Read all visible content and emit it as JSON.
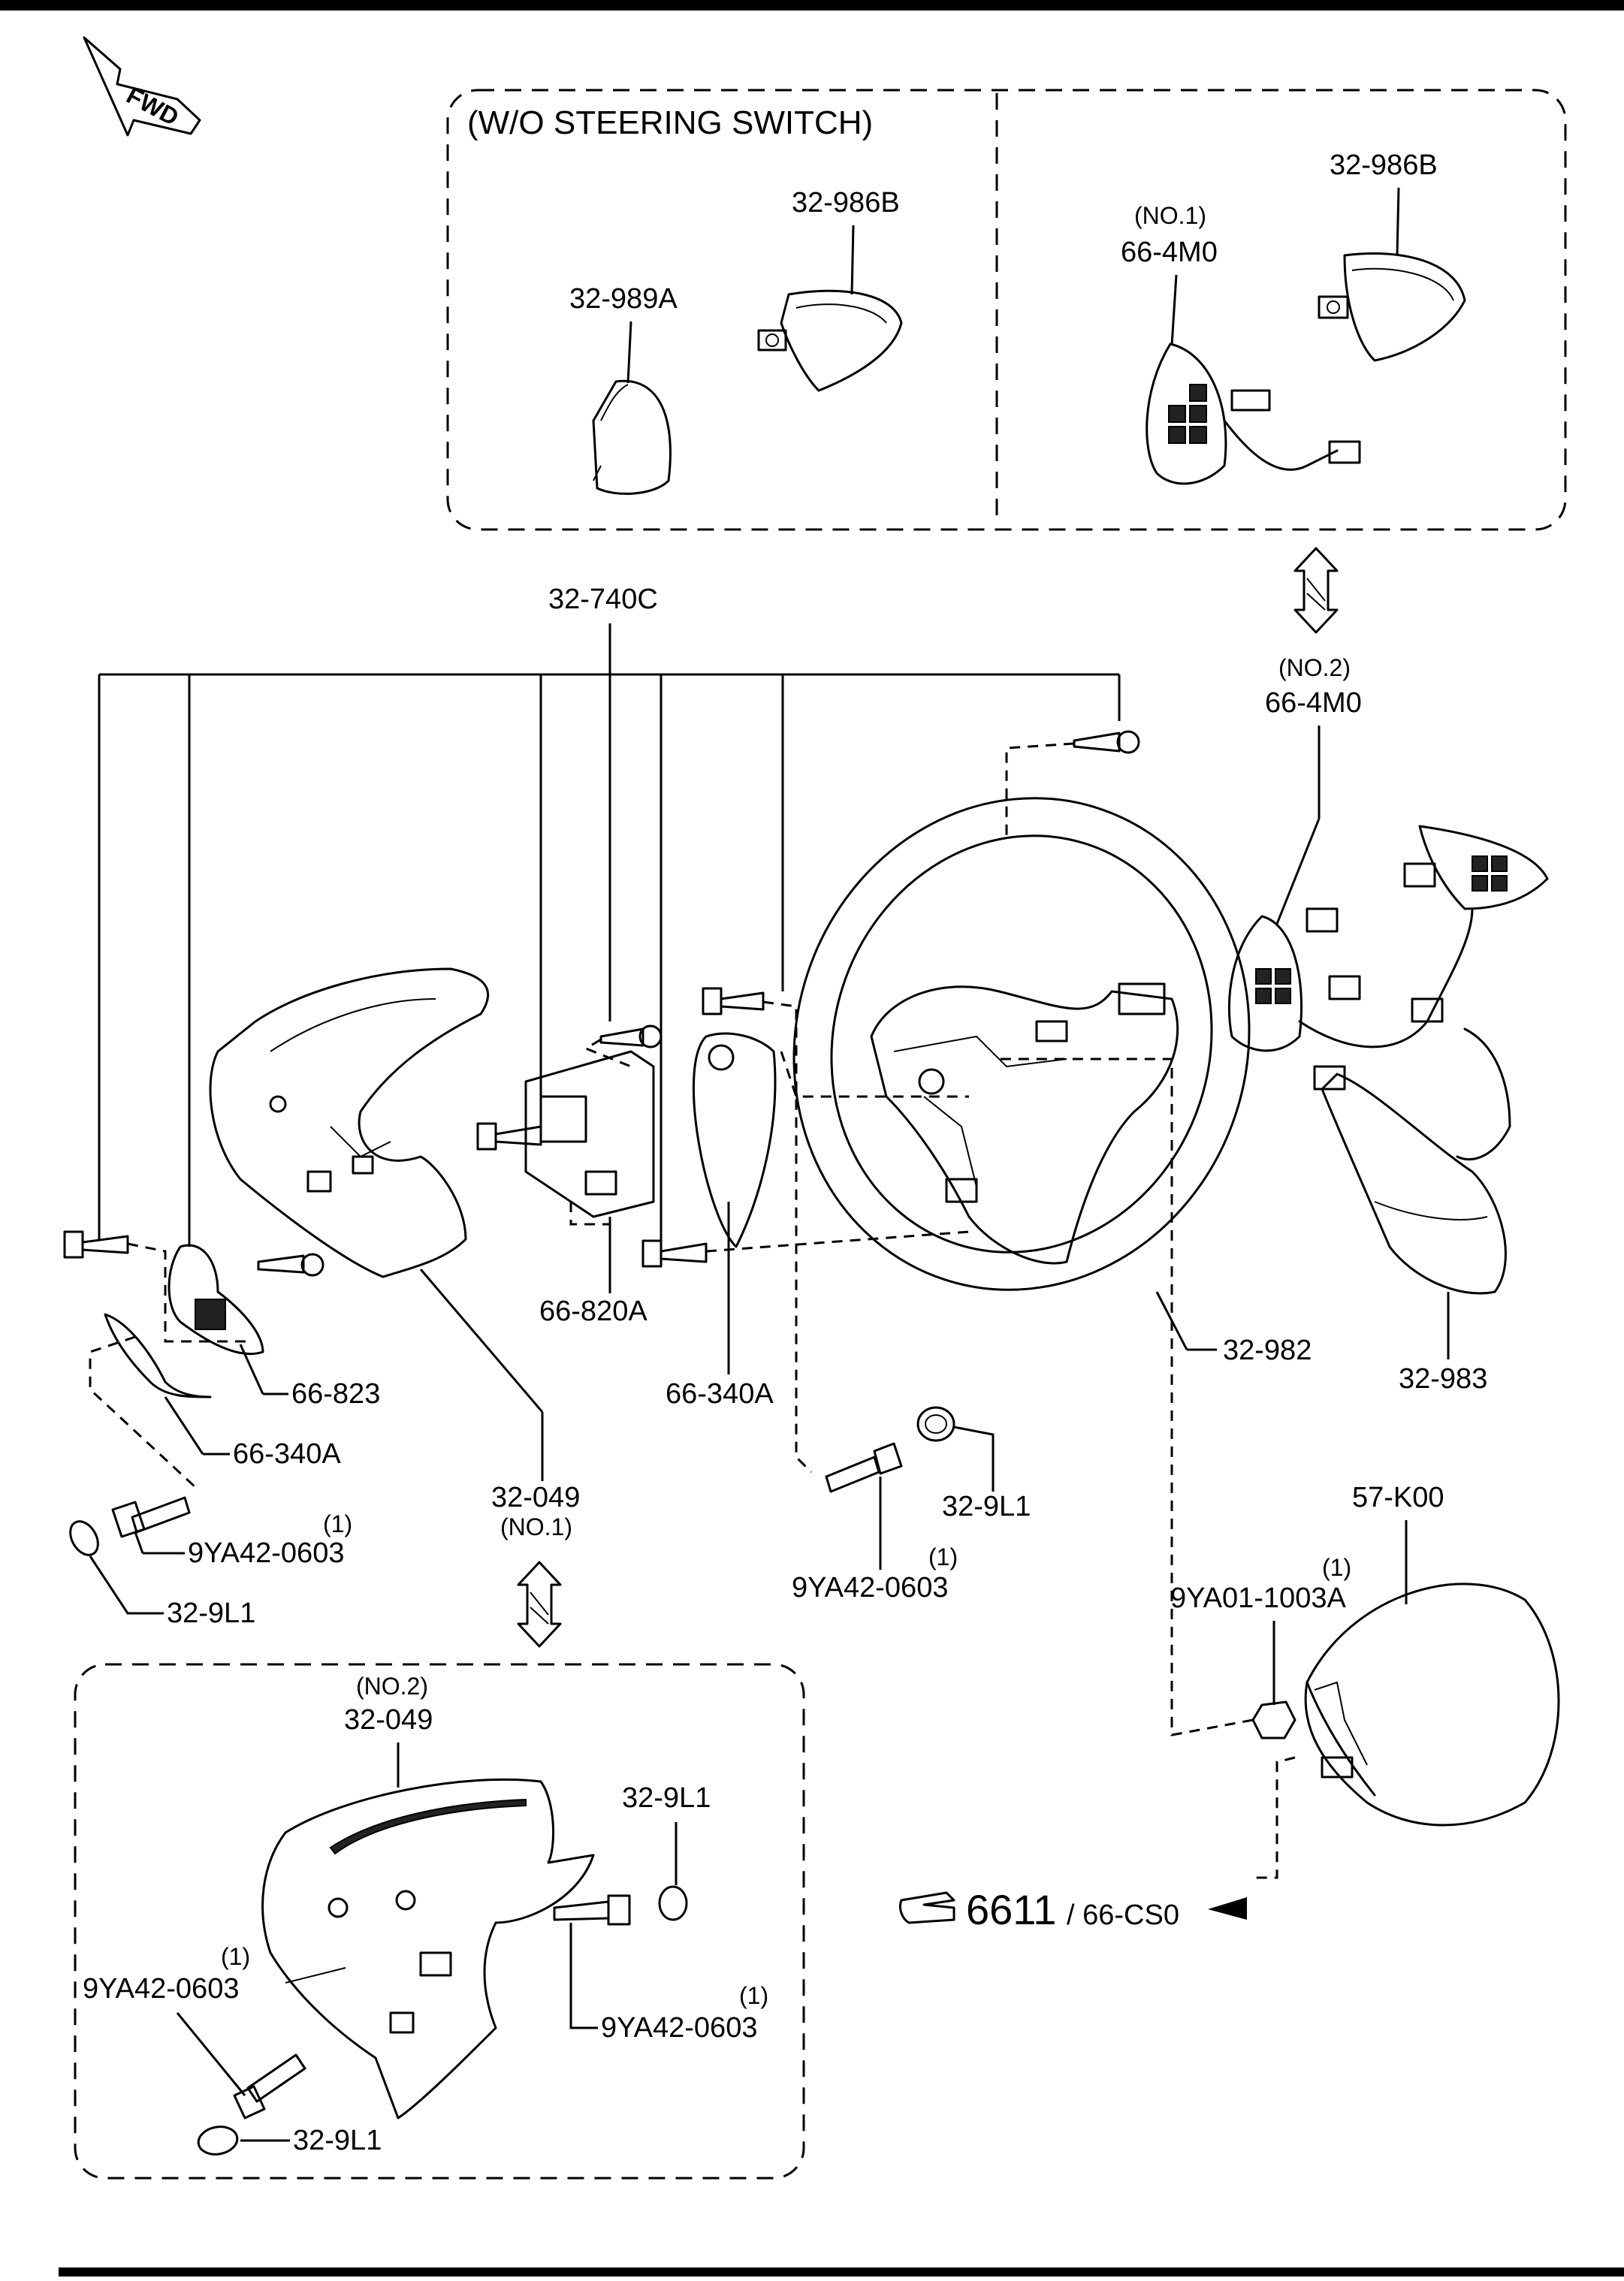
{
  "direction_marker": "FWD",
  "inset_top": {
    "title": "(W/O STEERING SWITCH)",
    "left_panel": {
      "part_a": "32-989A",
      "part_b": "32-986B"
    },
    "right_panel": {
      "note": "(NO.1)",
      "part_a": "66-4M0",
      "part_b": "32-986B"
    }
  },
  "main": {
    "top_part": "32-740C",
    "switch_note": "(NO.2)",
    "switch_part": "66-4M0",
    "cover_lower": "66-820A",
    "left_switch": "66-823",
    "left_cover": "66-340A",
    "center_cover": "66-340A",
    "rear_cover": "32-049",
    "rear_cover_note": "(NO.1)",
    "wheel": "32-982",
    "right_cover": "32-983",
    "bolt_left": "9YA42-0603",
    "bolt_left_qty": "(1)",
    "cap_left": "32-9L1",
    "bolt_center": "9YA42-0603",
    "bolt_center_qty": "(1)",
    "cap_center": "32-9L1",
    "airbag": "57-K00",
    "airbag_bolt": "9YA01-1003A",
    "airbag_bolt_qty": "(1)",
    "ref_prefix": "6611",
    "ref_suffix": "/ 66-CS0"
  },
  "inset_bottom": {
    "note": "(NO.2)",
    "part": "32-049",
    "cap_right": "32-9L1",
    "bolt_left": "9YA42-0603",
    "bolt_left_qty": "(1)",
    "bolt_right": "9YA42-0603",
    "bolt_right_qty": "(1)",
    "cap_left": "32-9L1"
  }
}
